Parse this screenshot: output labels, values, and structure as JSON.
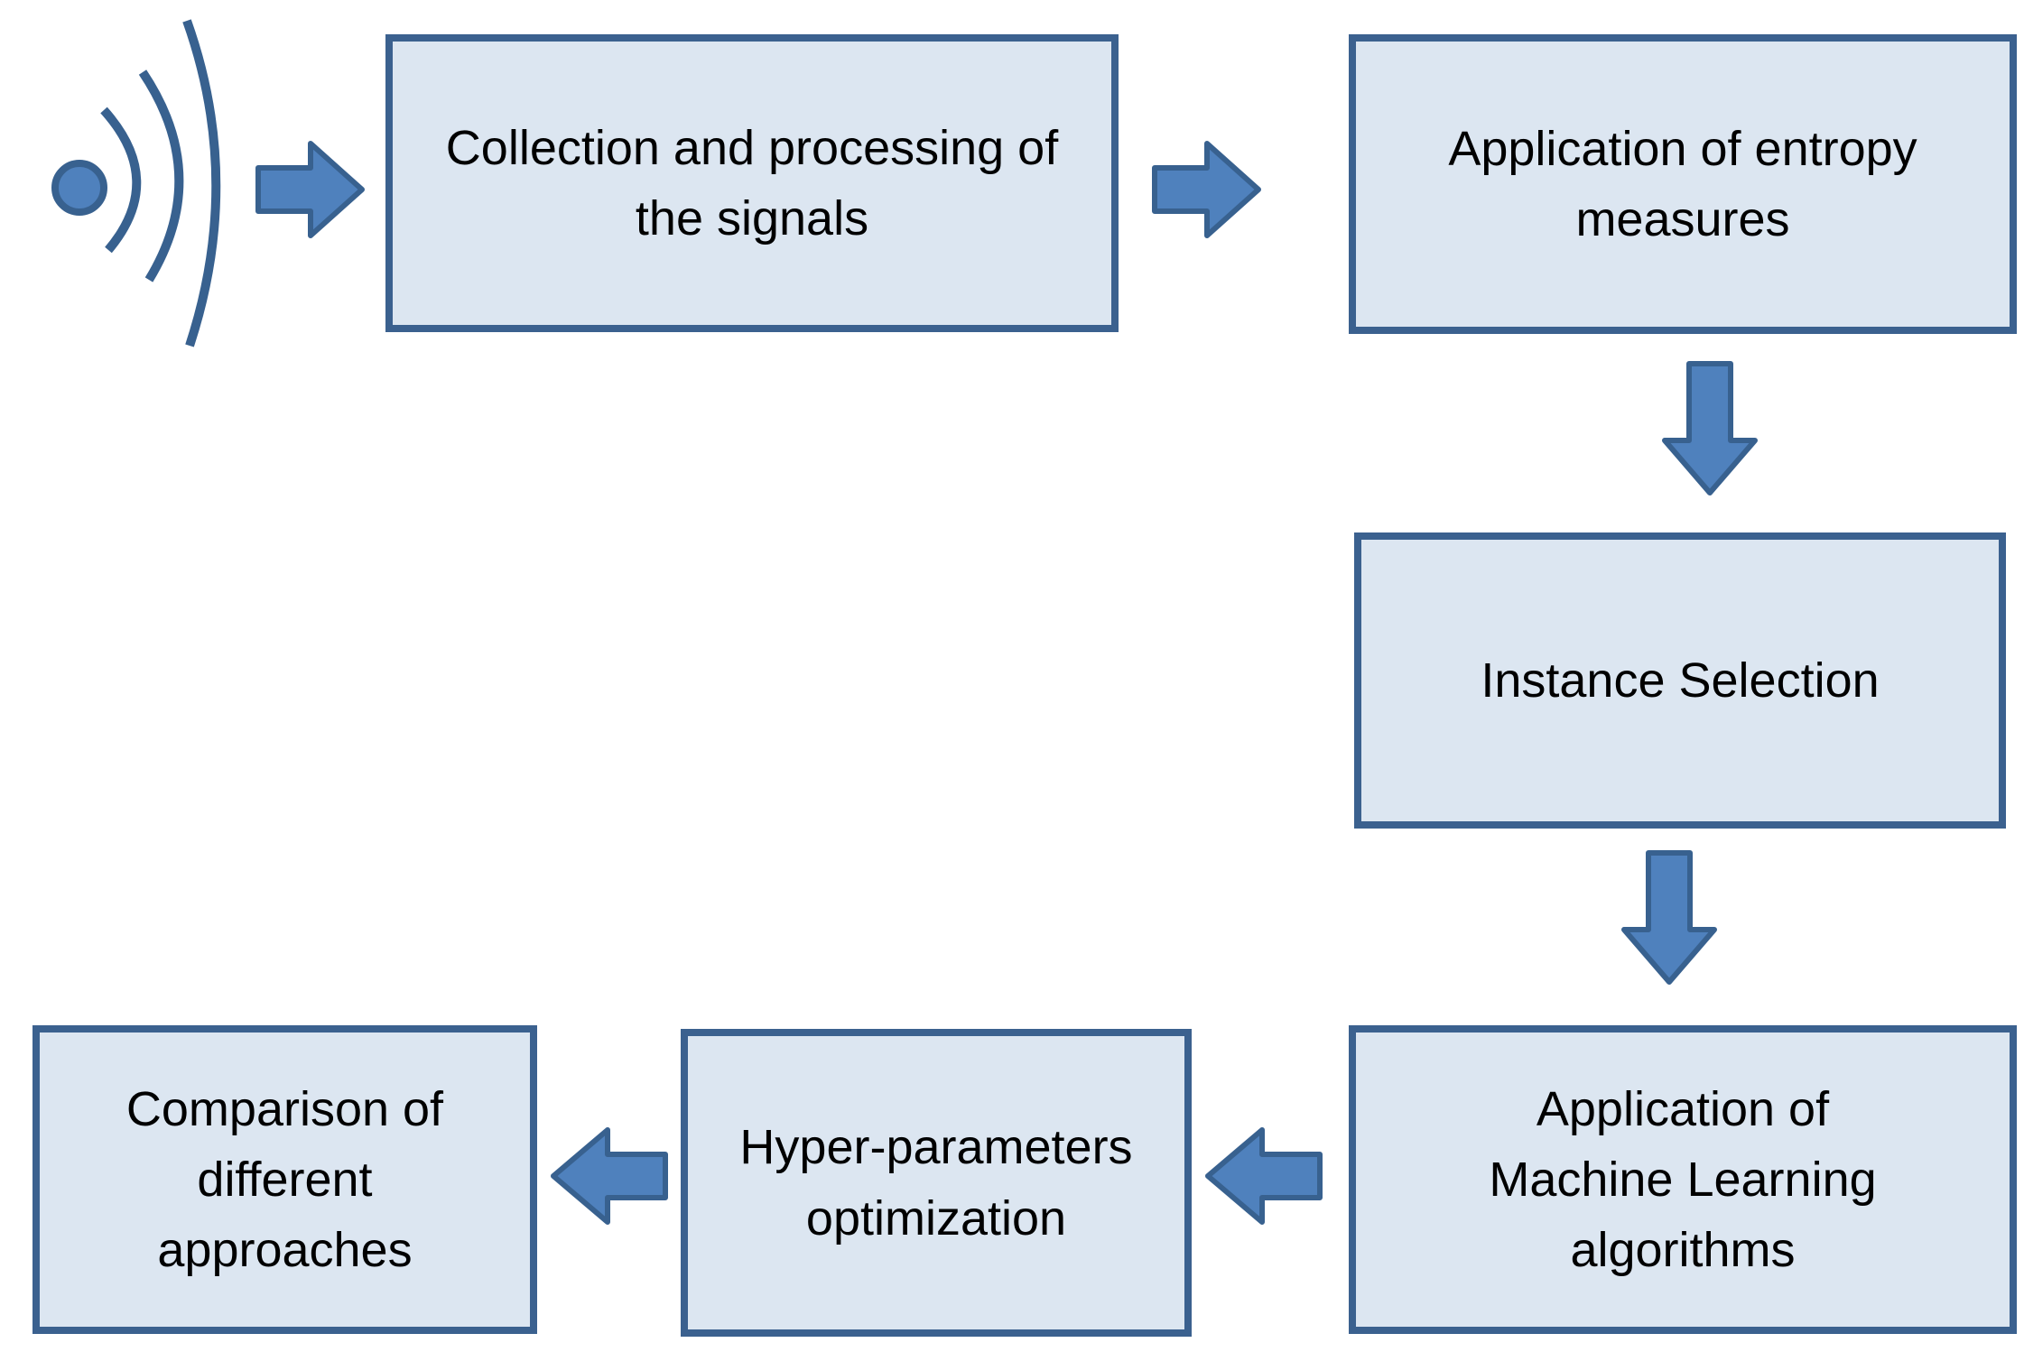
{
  "diagram": {
    "type": "flowchart",
    "background": "#ffffff",
    "colors": {
      "box_fill": "#dce6f1",
      "box_border": "#3b618f",
      "arrow_fill": "#4f81bd",
      "arrow_border": "#38618f",
      "text": "#000000"
    },
    "icons": [
      {
        "id": "signal-source",
        "name": "signal-waves-icon"
      }
    ],
    "nodes": [
      {
        "id": "collection",
        "label": "Collection and processing of\nthe signals"
      },
      {
        "id": "entropy-measures",
        "label": "Application of entropy\nmeasures"
      },
      {
        "id": "instance-selection",
        "label": "Instance Selection"
      },
      {
        "id": "ml-algorithms",
        "label": "Application of\nMachine Learning\nalgorithms"
      },
      {
        "id": "hyperparameters",
        "label": "Hyper-parameters\noptimization"
      },
      {
        "id": "comparison",
        "label": "Comparison of\ndifferent\napproaches"
      }
    ],
    "edges": [
      {
        "from": "signal-source",
        "to": "collection",
        "direction": "right"
      },
      {
        "from": "collection",
        "to": "entropy-measures",
        "direction": "right"
      },
      {
        "from": "entropy-measures",
        "to": "instance-selection",
        "direction": "down"
      },
      {
        "from": "instance-selection",
        "to": "ml-algorithms",
        "direction": "down"
      },
      {
        "from": "ml-algorithms",
        "to": "hyperparameters",
        "direction": "left"
      },
      {
        "from": "hyperparameters",
        "to": "comparison",
        "direction": "left"
      }
    ]
  }
}
